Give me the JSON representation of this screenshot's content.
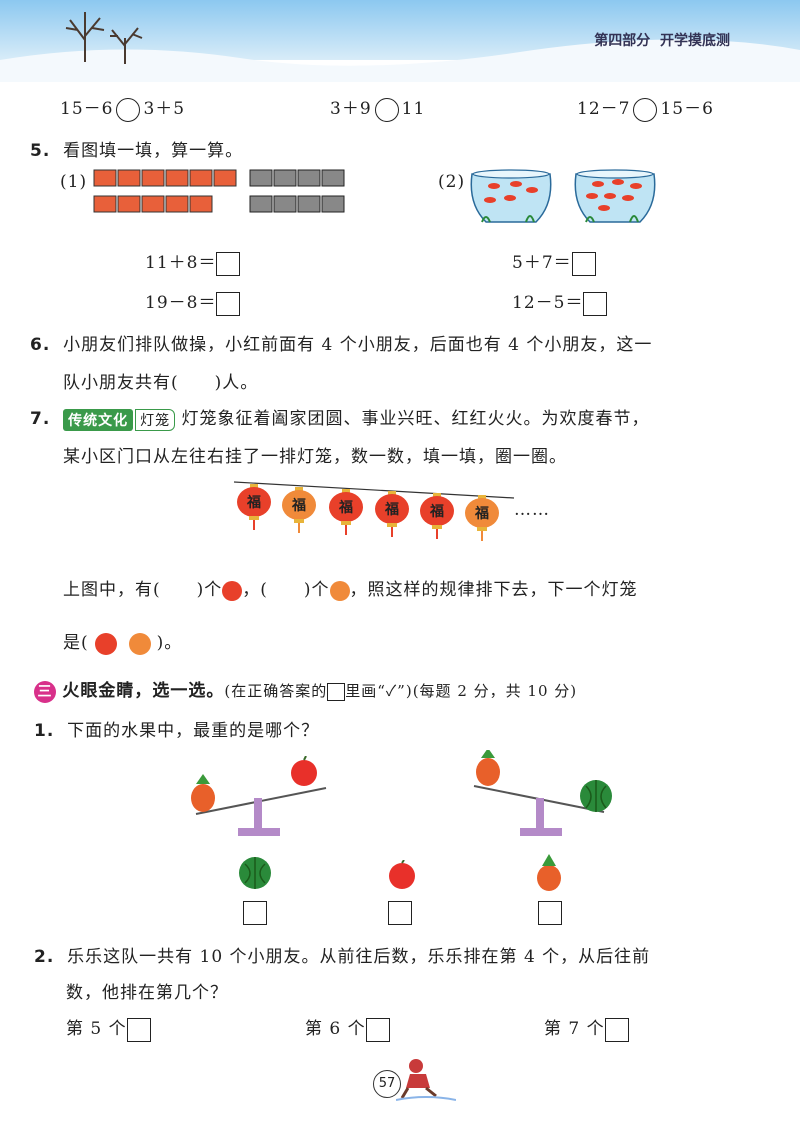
{
  "header": {
    "section_label": "第四部分",
    "title": "开学摸底测"
  },
  "compare_row": {
    "items": [
      {
        "left": "15－6",
        "right": "3＋5"
      },
      {
        "left": "3＋9",
        "right": "11"
      },
      {
        "left": "12－7",
        "right": "15－6"
      }
    ]
  },
  "q5": {
    "number": "5.",
    "text": "看图填一填，算一算。",
    "part1_label": "(1)",
    "part2_label": "(2)",
    "eq1": "11＋8＝",
    "eq2": "19－8＝",
    "eq3": "5＋7＝",
    "eq4": "12－5＝"
  },
  "q6": {
    "number": "6.",
    "line1": "小朋友们排队做操，小红前面有 4 个小朋友，后面也有 4 个小朋友，这一",
    "line2": "队小朋友共有(　　)人。"
  },
  "q7": {
    "number": "7.",
    "tag": "传统文化",
    "tag2": "灯笼",
    "line1": "灯笼象征着阖家团圆、事业兴旺、红红火火。为欢度春节，",
    "line2": "某小区门口从左往右挂了一排灯笼，数一数，填一填，圈一圈。",
    "lantern_char": "福",
    "ellipsis": "……",
    "fill_a": "上图中，有(　　)个",
    "fill_b": "，(　　)个",
    "fill_c": "，照这样的规律排下去，下一个灯笼",
    "fill_d": "是(",
    "fill_e": ")。"
  },
  "section3": {
    "icon": "三",
    "title": "火眼金睛，选一选。",
    "note": "(在正确答案的",
    "note2": "里画“✓”)(每题 2 分，共 10 分)"
  },
  "s3q1": {
    "number": "1.",
    "text": "下面的水果中，最重的是哪个？"
  },
  "s3q2": {
    "number": "2.",
    "line1": "乐乐这队一共有 10 个小朋友。从前往后数，乐乐排在第 4 个，从后往前",
    "line2": "数，他排在第几个？",
    "opt1": "第 5 个",
    "opt2": "第 6 个",
    "opt3": "第 7 个"
  },
  "footer": {
    "page_number": "57"
  },
  "colors": {
    "lantern_red": "#e8402a",
    "lantern_orange": "#f08a3a",
    "section_pink": "#d8308a",
    "tag_green": "#3a9a4a"
  }
}
